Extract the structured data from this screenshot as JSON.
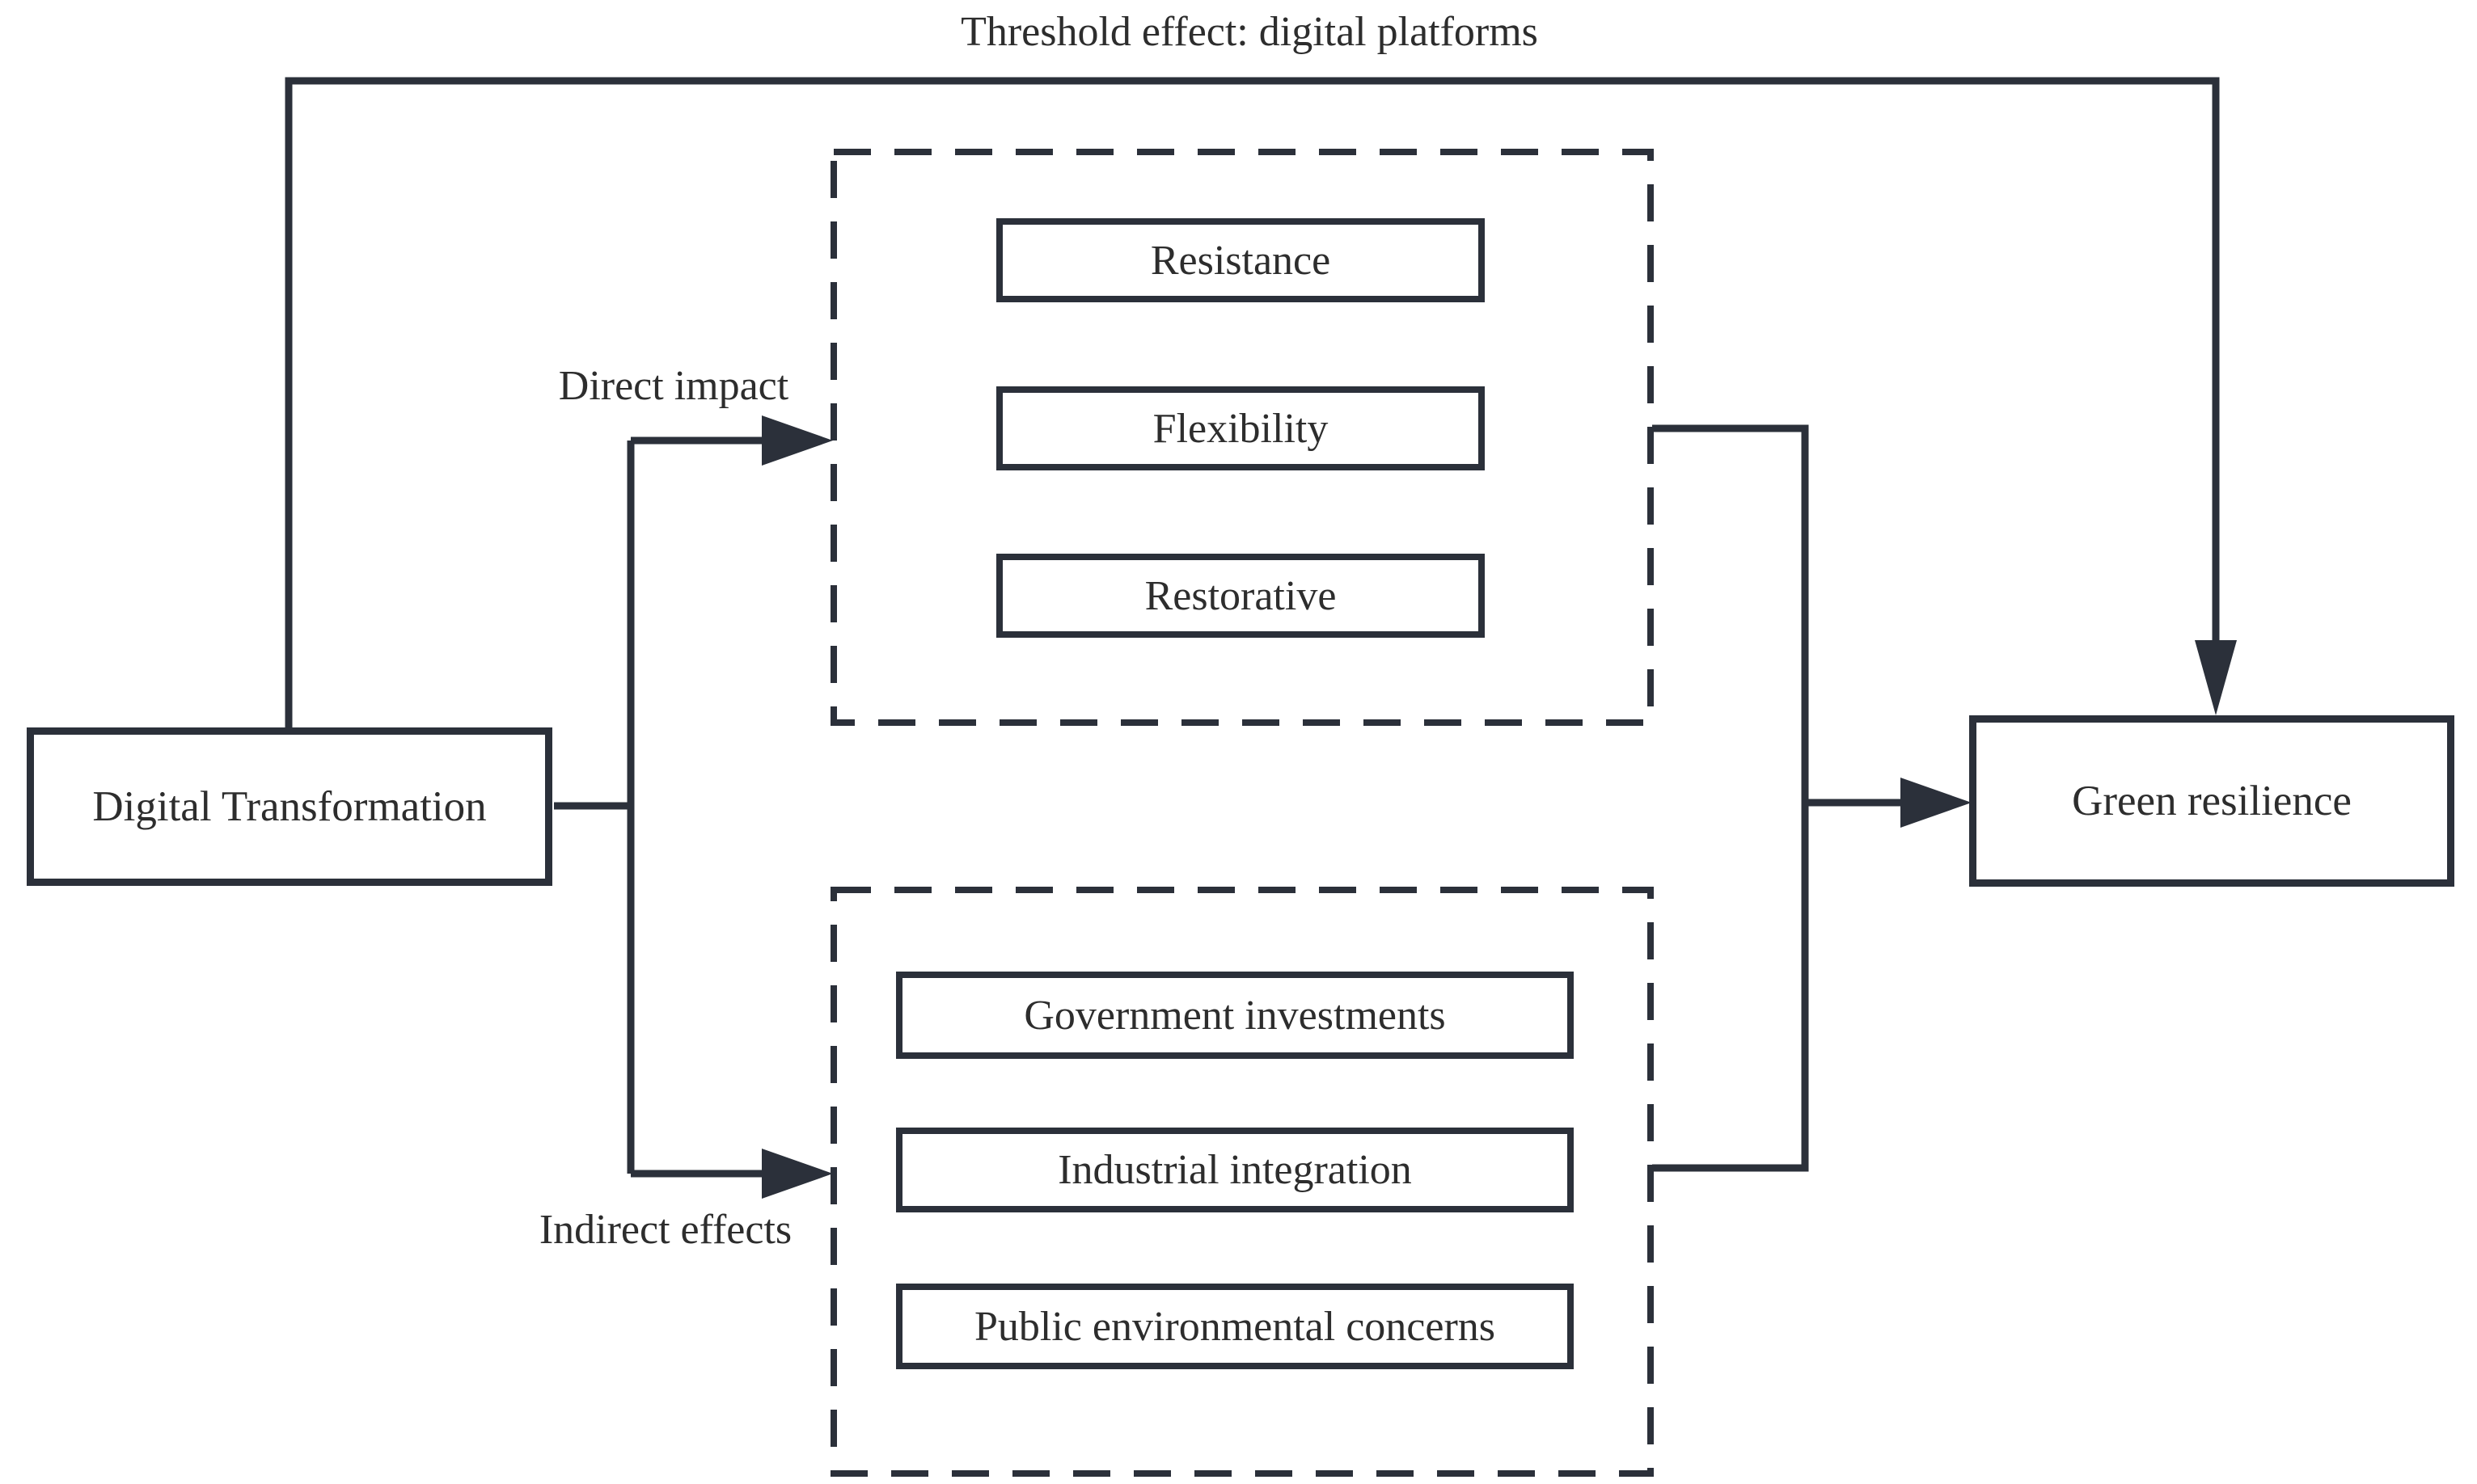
{
  "diagram": {
    "title_label": "Threshold effect: digital platforms",
    "nodes": {
      "digital_transformation": "Digital Transformation",
      "green_resilience": "Green resilience"
    },
    "direct_group": {
      "label": "Direct impact",
      "items": [
        "Resistance",
        "Flexibility",
        "Restorative"
      ]
    },
    "indirect_group": {
      "label": "Indirect effects",
      "items": [
        "Government investments",
        "Industrial integration",
        "Public environmental concerns"
      ]
    },
    "colors": {
      "line": "#2b303a",
      "text": "#2d2d2d",
      "background": "#ffffff"
    }
  }
}
